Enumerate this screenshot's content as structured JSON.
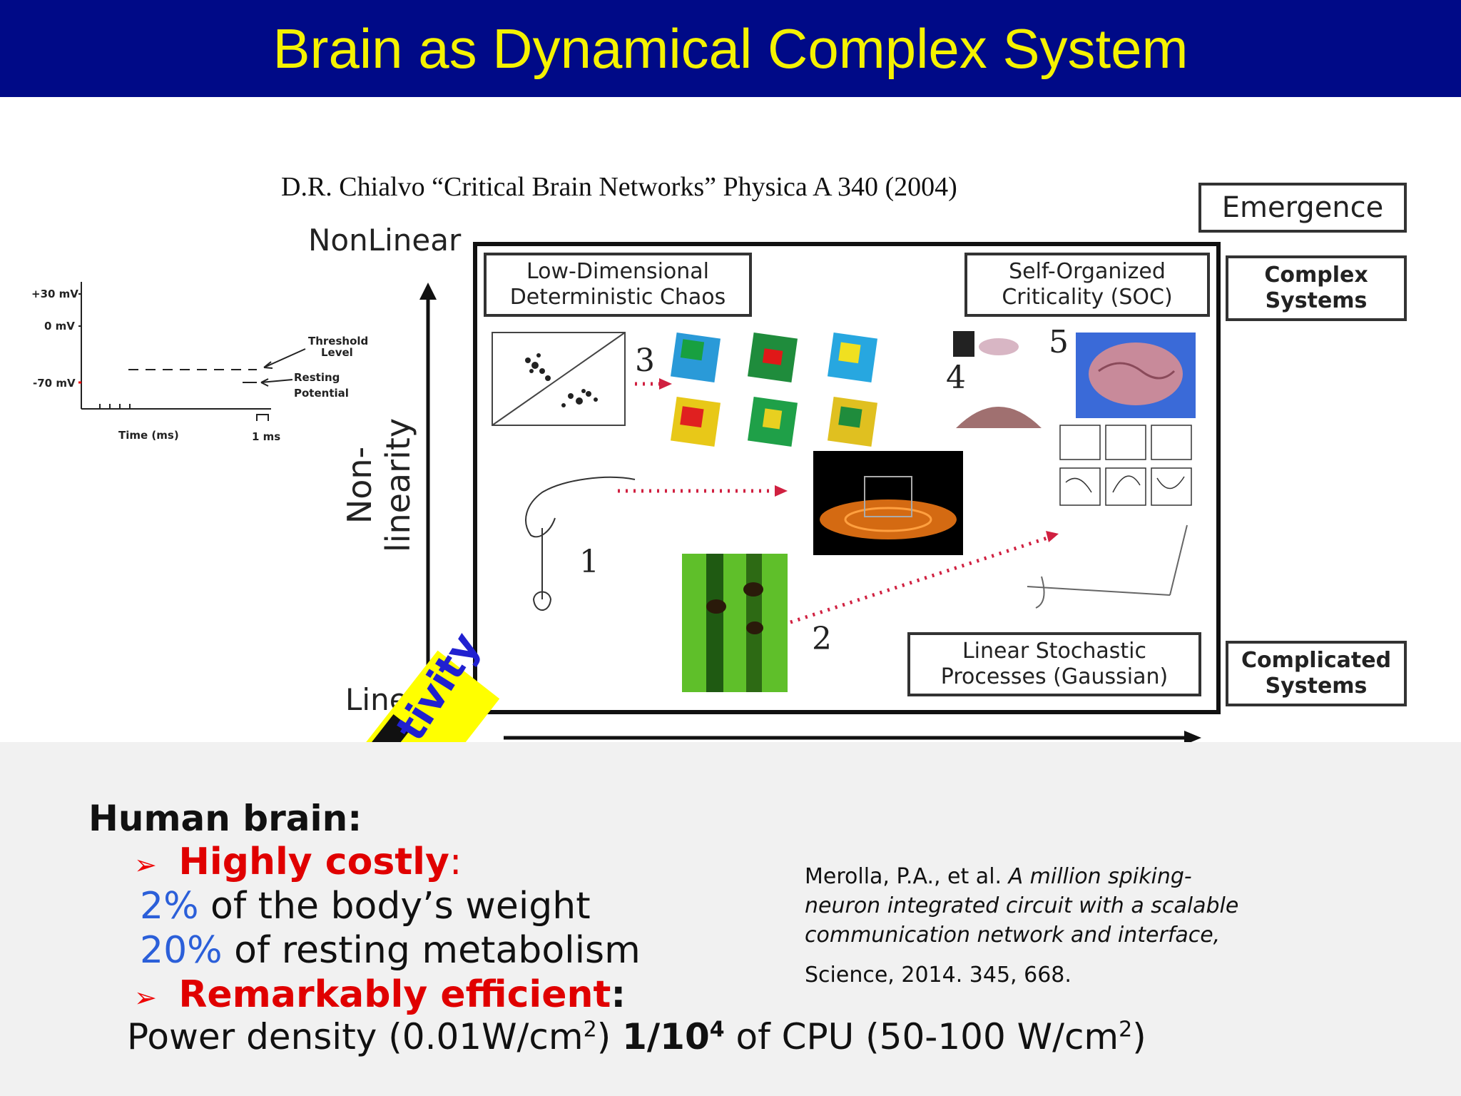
{
  "slide_title": "Brain as Dynamical Complex System",
  "citation": "D.R. Chialvo “Critical Brain Networks” Physica A 340 (2004)",
  "diagram": {
    "y_axis_top": "NonLinear",
    "y_axis_bottom": "Line",
    "y_axis_label": "Non-linearity",
    "diagonal_label": "tivity",
    "left_boxes": {
      "chaos_line1": "Low-Dimensional",
      "chaos_line2": "Deterministic Chaos",
      "soc_line1": "Self-Organized",
      "soc_line2": "Criticality (SOC)",
      "gauss_line1": "Linear Stochastic",
      "gauss_line2": "Processes  (Gaussian)"
    },
    "right_boxes": {
      "emergence": "Emergence",
      "complex_line1": "Complex",
      "complex_line2": "Systems",
      "complicated_line1": "Complicated",
      "complicated_line2": "Systems"
    },
    "numbers": [
      "1",
      "2",
      "3",
      "4",
      "5"
    ]
  },
  "action_potential": {
    "plus30": "+30 mV",
    "zero": "0 mV",
    "minus70": "-70 mV",
    "threshold_line1": "Threshold",
    "threshold_line2": "Level",
    "resting_line1": "Resting",
    "resting_line2": "Potential",
    "time_label": "Time (ms)",
    "one_ms": "1 ms"
  },
  "bottom": {
    "heading": "Human brain:",
    "bullet1_bold": "Highly costly",
    "bullet1_colon": ":",
    "line1_pct": "2%",
    "line1_rest": " of the body’s weight",
    "line2_pct": "20%",
    "line2_rest": " of resting metabolism",
    "bullet2_bold": "Remarkably efficient",
    "bullet2_colon": ":",
    "power_a": "Power density (0.01W/cm",
    "power_sup1": "2",
    "power_b": ") ",
    "power_bold": "1/10",
    "power_sup2": "4",
    "power_c": " of CPU (50-100 W/cm",
    "power_sup3": "2",
    "power_d": ")",
    "bullet_glyph": "➢"
  },
  "reference": {
    "authors": "Merolla, P.A., et al. ",
    "title_line1": "A million spiking-",
    "title_line2": "neuron integrated circuit with a scalable",
    "title_line3": "communication network and interface,",
    "journal": "Science, 2014. 345, 668."
  },
  "colors": {
    "title_bar": "#000a87",
    "title_text": "#f5f200",
    "highlight_red": "#e00000",
    "percent_blue": "#2b5fd9",
    "diagonal_yellow": "#ffff00"
  }
}
